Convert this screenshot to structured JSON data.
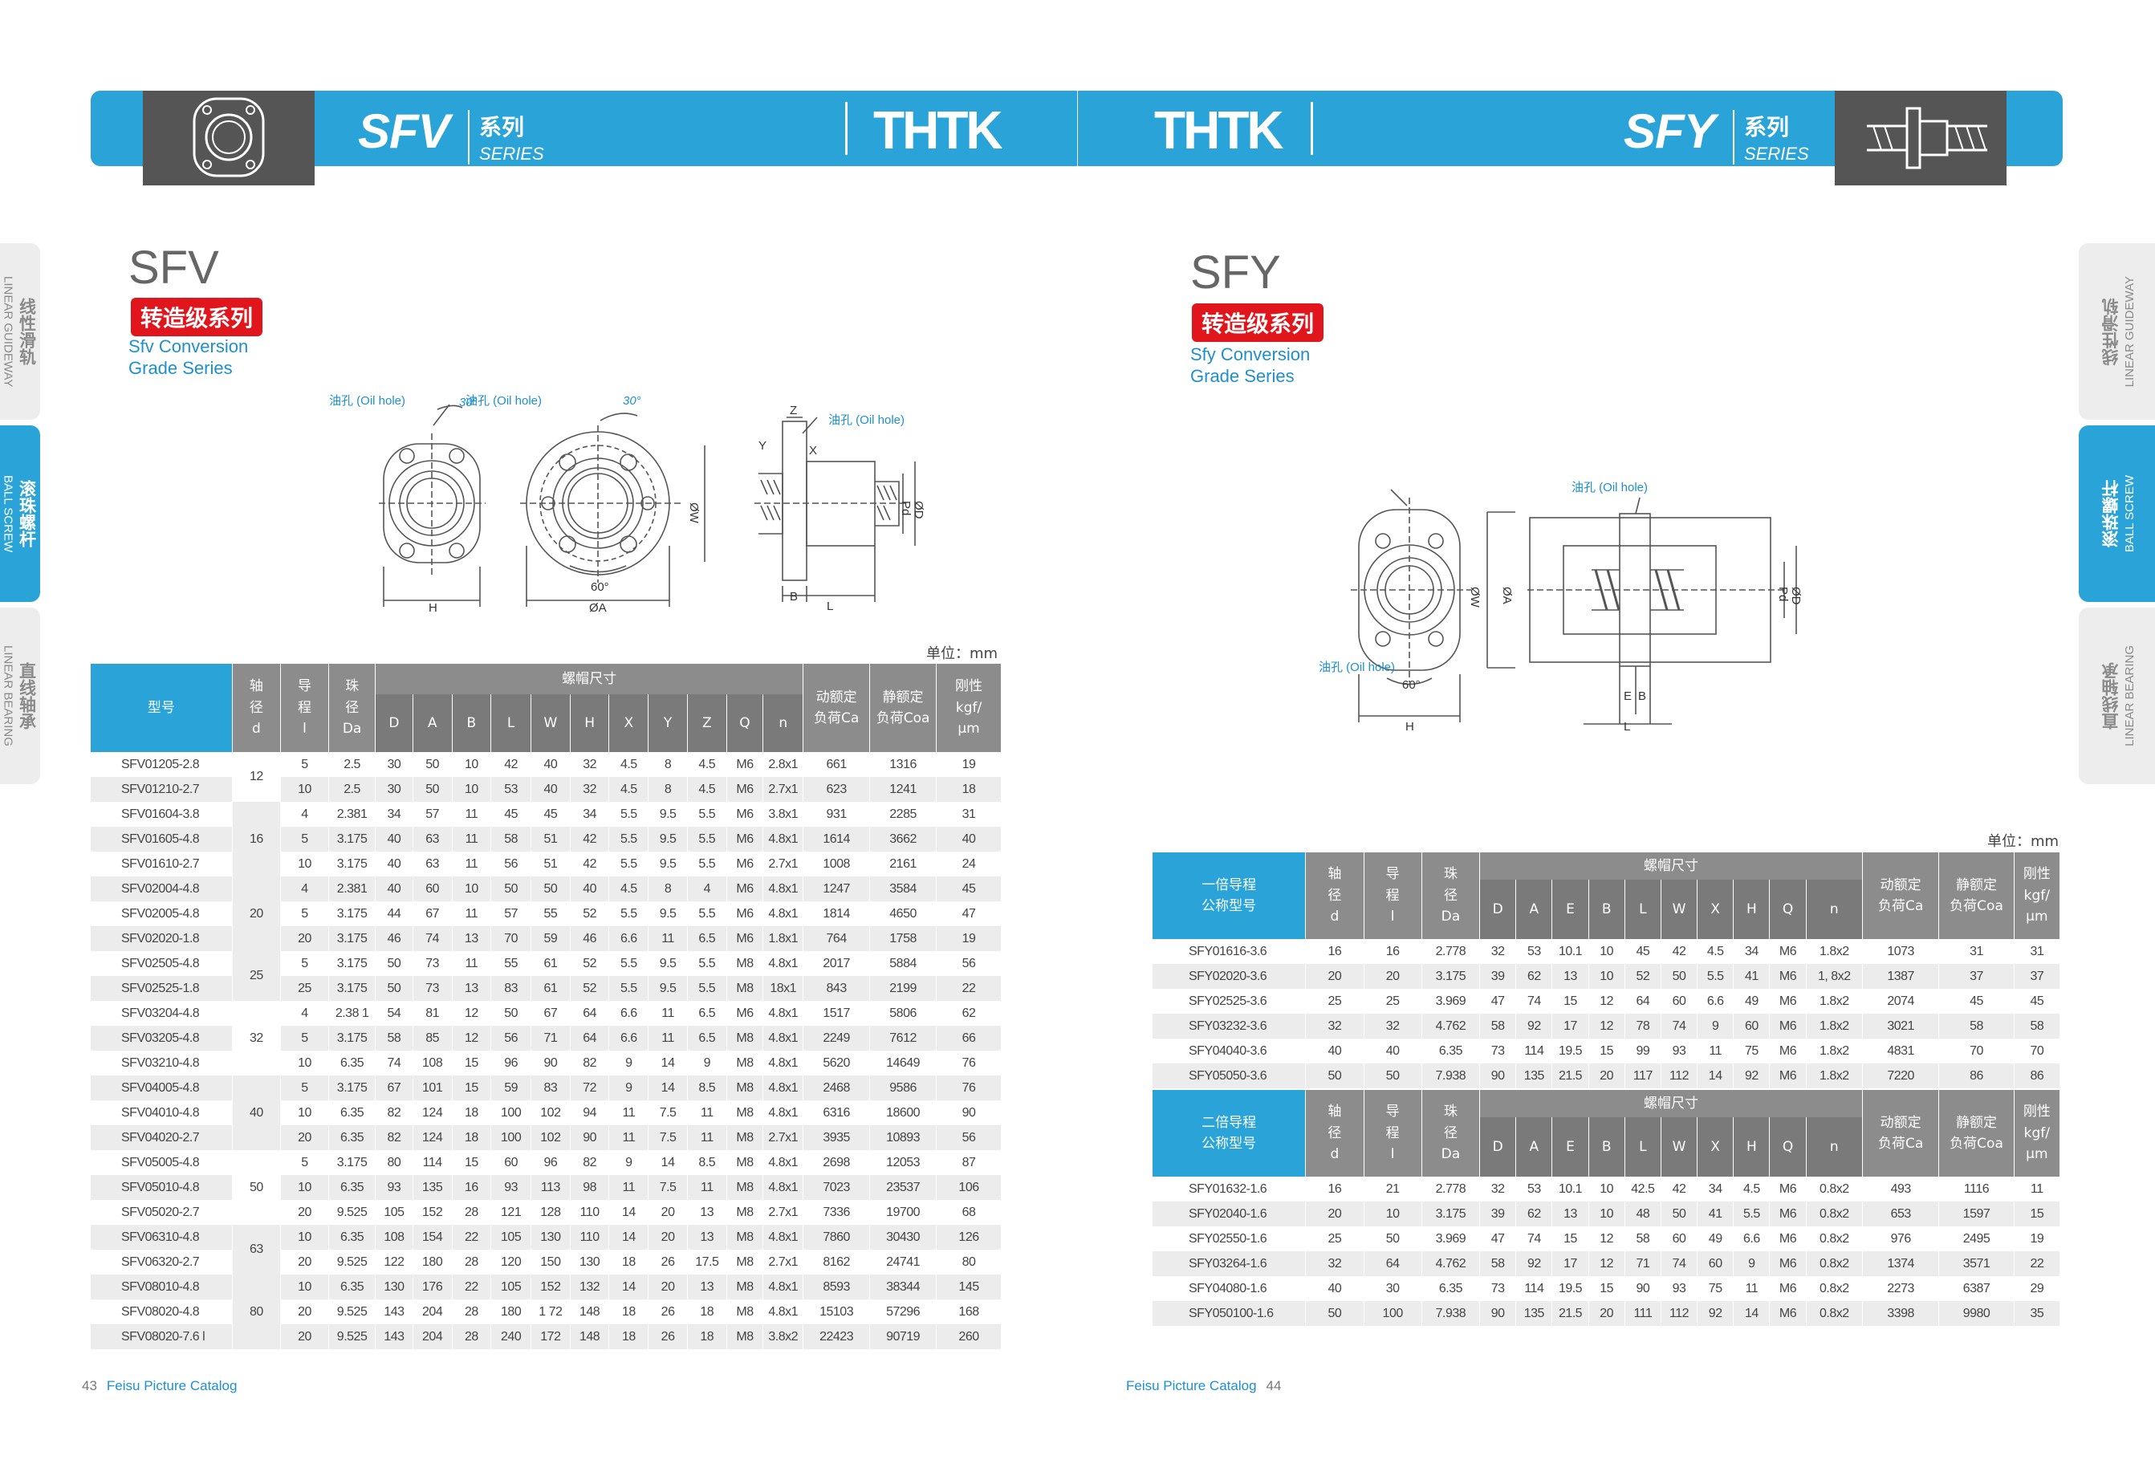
{
  "left": {
    "band": {
      "model": "SFV",
      "series_cn": "系列",
      "series_en": "SERIES",
      "logo": "THTK"
    },
    "tabs": [
      {
        "cn": "线性滑轨",
        "en": "LINEAR GUIDEWAY"
      },
      {
        "cn": "滚珠螺杆",
        "en": "BALL SCREW"
      },
      {
        "cn": "直线轴承",
        "en": "LINEAR BEARING"
      }
    ],
    "title": "SFV",
    "tag": "转造级系列",
    "subtitle1": "Sfv Conversion",
    "subtitle2": "Grade Series",
    "drawing": {
      "oil1": "油孔 (Oil hole)",
      "oil2": "油孔 (Oil hole)",
      "oil3": "油孔 (Oil hole)",
      "ang1": "30°",
      "ang2": "30°",
      "ang3": "60°",
      "H": "H",
      "A": "ØA",
      "W": "ØW",
      "Z": "Z",
      "Y": "Y",
      "X": "X",
      "Dd": "ØD",
      "Pd": "Pd",
      "B": "B",
      "L": "L"
    },
    "unit": "单位：mm",
    "table": {
      "h_model": "型号",
      "h_d": [
        "轴",
        "径",
        "d"
      ],
      "h_l": [
        "导",
        "程",
        "l"
      ],
      "h_da": [
        "珠",
        "径",
        "Da"
      ],
      "h_nut": "螺帽尺寸",
      "h_cols": [
        "D",
        "A",
        "B",
        "L",
        "W",
        "H",
        "X",
        "Y",
        "Z",
        "Q",
        "n"
      ],
      "h_ca": [
        "动额定",
        "负荷Ca"
      ],
      "h_coa": [
        "静额定",
        "负荷Coa"
      ],
      "h_k": [
        "刚性",
        "kgf/",
        "μm"
      ],
      "groups": [
        {
          "d": "12",
          "rows": [
            [
              "SFV01205-2.8",
              "5",
              "2.5",
              "30",
              "50",
              "10",
              "42",
              "40",
              "32",
              "4.5",
              "8",
              "4.5",
              "M6",
              "2.8x1",
              "661",
              "1316",
              "19"
            ],
            [
              "SFV01210-2.7",
              "10",
              "2.5",
              "30",
              "50",
              "10",
              "53",
              "40",
              "32",
              "4.5",
              "8",
              "4.5",
              "M6",
              "2.7x1",
              "623",
              "1241",
              "18"
            ]
          ]
        },
        {
          "d": "16",
          "rows": [
            [
              "SFV01604-3.8",
              "4",
              "2.381",
              "34",
              "57",
              "11",
              "45",
              "45",
              "34",
              "5.5",
              "9.5",
              "5.5",
              "M6",
              "3.8x1",
              "931",
              "2285",
              "31"
            ],
            [
              "SFV01605-4.8",
              "5",
              "3.175",
              "40",
              "63",
              "11",
              "58",
              "51",
              "42",
              "5.5",
              "9.5",
              "5.5",
              "M6",
              "4.8x1",
              "1614",
              "3662",
              "40"
            ],
            [
              "SFV01610-2.7",
              "10",
              "3.175",
              "40",
              "63",
              "11",
              "56",
              "51",
              "42",
              "5.5",
              "9.5",
              "5.5",
              "M6",
              "2.7x1",
              "1008",
              "2161",
              "24"
            ]
          ]
        },
        {
          "d": "20",
          "rows": [
            [
              "SFV02004-4.8",
              "4",
              "2.381",
              "40",
              "60",
              "10",
              "50",
              "50",
              "40",
              "4.5",
              "8",
              "4",
              "M6",
              "4.8x1",
              "1247",
              "3584",
              "45"
            ],
            [
              "SFV02005-4.8",
              "5",
              "3.175",
              "44",
              "67",
              "11",
              "57",
              "55",
              "52",
              "5.5",
              "9.5",
              "5.5",
              "M6",
              "4.8x1",
              "1814",
              "4650",
              "47"
            ],
            [
              "SFV02020-1.8",
              "20",
              "3.175",
              "46",
              "74",
              "13",
              "70",
              "59",
              "46",
              "6.6",
              "11",
              "6.5",
              "M6",
              "1.8x1",
              "764",
              "1758",
              "19"
            ]
          ]
        },
        {
          "d": "25",
          "rows": [
            [
              "SFV02505-4.8",
              "5",
              "3.175",
              "50",
              "73",
              "11",
              "55",
              "61",
              "52",
              "5.5",
              "9.5",
              "5.5",
              "M8",
              "4.8x1",
              "2017",
              "5884",
              "56"
            ],
            [
              "SFV02525-1.8",
              "25",
              "3.175",
              "50",
              "73",
              "13",
              "83",
              "61",
              "52",
              "5.5",
              "9.5",
              "5.5",
              "M8",
              "18x1",
              "843",
              "2199",
              "22"
            ]
          ]
        },
        {
          "d": "32",
          "rows": [
            [
              "SFV03204-4.8",
              "4",
              "2.38 1",
              "54",
              "81",
              "12",
              "50",
              "67",
              "64",
              "6.6",
              "11",
              "6.5",
              "M6",
              "4.8x1",
              "1517",
              "5806",
              "62"
            ],
            [
              "SFV03205-4.8",
              "5",
              "3.175",
              "58",
              "85",
              "12",
              "56",
              "71",
              "64",
              "6.6",
              "11",
              "6.5",
              "M8",
              "4.8x1",
              "2249",
              "7612",
              "66"
            ],
            [
              "SFV03210-4.8",
              "10",
              "6.35",
              "74",
              "108",
              "15",
              "96",
              "90",
              "82",
              "9",
              "14",
              "9",
              "M8",
              "4.8x1",
              "5620",
              "14649",
              "76"
            ]
          ]
        },
        {
          "d": "40",
          "rows": [
            [
              "SFV04005-4.8",
              "5",
              "3.175",
              "67",
              "101",
              "15",
              "59",
              "83",
              "72",
              "9",
              "14",
              "8.5",
              "M8",
              "4.8x1",
              "2468",
              "9586",
              "76"
            ],
            [
              "SFV04010-4.8",
              "10",
              "6.35",
              "82",
              "124",
              "18",
              "100",
              "102",
              "94",
              "11",
              "7.5",
              "11",
              "M8",
              "4.8x1",
              "6316",
              "18600",
              "90"
            ],
            [
              "SFV04020-2.7",
              "20",
              "6.35",
              "82",
              "124",
              "18",
              "100",
              "102",
              "90",
              "11",
              "7.5",
              "11",
              "M8",
              "2.7x1",
              "3935",
              "10893",
              "56"
            ]
          ]
        },
        {
          "d": "50",
          "rows": [
            [
              "SFV05005-4.8",
              "5",
              "3.175",
              "80",
              "114",
              "15",
              "60",
              "96",
              "82",
              "9",
              "14",
              "8.5",
              "M8",
              "4.8x1",
              "2698",
              "12053",
              "87"
            ],
            [
              "SFV05010-4.8",
              "10",
              "6.35",
              "93",
              "135",
              "16",
              "93",
              "113",
              "98",
              "11",
              "7.5",
              "11",
              "M8",
              "4.8x1",
              "7023",
              "23537",
              "106"
            ],
            [
              "SFV05020-2.7",
              "20",
              "9.525",
              "105",
              "152",
              "28",
              "121",
              "128",
              "110",
              "14",
              "20",
              "13",
              "M8",
              "2.7x1",
              "7336",
              "19700",
              "68"
            ]
          ]
        },
        {
          "d": "63",
          "rows": [
            [
              "SFV06310-4.8",
              "10",
              "6.35",
              "108",
              "154",
              "22",
              "105",
              "130",
              "110",
              "14",
              "20",
              "13",
              "M8",
              "4.8x1",
              "7860",
              "30430",
              "126"
            ],
            [
              "SFV06320-2.7",
              "20",
              "9.525",
              "122",
              "180",
              "28",
              "120",
              "150",
              "130",
              "18",
              "26",
              "17.5",
              "M8",
              "2.7x1",
              "8162",
              "24741",
              "80"
            ]
          ]
        },
        {
          "d": "80",
          "rows": [
            [
              "SFV08010-4.8",
              "10",
              "6.35",
              "130",
              "176",
              "22",
              "105",
              "152",
              "132",
              "14",
              "20",
              "13",
              "M8",
              "4.8x1",
              "8593",
              "38344",
              "145"
            ],
            [
              "SFV08020-4.8",
              "20",
              "9.525",
              "143",
              "204",
              "28",
              "180",
              "1 72",
              "148",
              "18",
              "26",
              "18",
              "M8",
              "4.8x1",
              "15103",
              "57296",
              "168"
            ],
            [
              "SFV08020-7.6 l",
              "20",
              "9.525",
              "143",
              "204",
              "28",
              "240",
              "172",
              "148",
              "18",
              "26",
              "18",
              "M8",
              "3.8x2",
              "22423",
              "90719",
              "260"
            ]
          ]
        }
      ]
    },
    "footer": {
      "page": "43",
      "label": "Feisu Picture Catalog"
    }
  },
  "right": {
    "band": {
      "model": "SFY",
      "series_cn": "系列",
      "series_en": "SERIES",
      "logo": "THTK"
    },
    "tabs": [
      {
        "cn": "线性滑轨",
        "en": "LINEAR GUIDEWAY"
      },
      {
        "cn": "滚珠螺杆",
        "en": "BALL SCREW"
      },
      {
        "cn": "直线轴承",
        "en": "LINEAR BEARING"
      }
    ],
    "title": "SFY",
    "tag": "转造级系列",
    "subtitle1": "Sfy Conversion",
    "subtitle2": "Grade Series",
    "drawing": {
      "oil1": "油孔 (Oil hole)",
      "oil2": "油孔 (Oil hole)",
      "ang": "60°",
      "H": "H",
      "W": "ØW",
      "A": "ØA",
      "Pd": "Pd",
      "Dd": "ØD",
      "E": "E",
      "B": "B",
      "L": "L"
    },
    "unit": "单位：mm",
    "table1": {
      "h_model": [
        "一倍导程",
        "公称型号"
      ],
      "h_d": [
        "轴",
        "径",
        "d"
      ],
      "h_l": [
        "导",
        "程",
        "l"
      ],
      "h_da": [
        "珠",
        "径",
        "Da"
      ],
      "h_nut": "螺帽尺寸",
      "h_cols": [
        "D",
        "A",
        "E",
        "B",
        "L",
        "W",
        "X",
        "H",
        "Q",
        "n"
      ],
      "h_ca": [
        "动额定",
        "负荷Ca"
      ],
      "h_coa": [
        "静额定",
        "负荷Coa"
      ],
      "h_k": [
        "刚性",
        "kgf/",
        "μm"
      ],
      "rows": [
        [
          "SFY01616-3.6",
          "16",
          "16",
          "2.778",
          "32",
          "53",
          "10.1",
          "10",
          "45",
          "42",
          "4.5",
          "34",
          "M6",
          "1.8x2",
          "1073",
          "31",
          "31"
        ],
        [
          "SFY02020-3.6",
          "20",
          "20",
          "3.175",
          "39",
          "62",
          "13",
          "10",
          "52",
          "50",
          "5.5",
          "41",
          "M6",
          "1, 8x2",
          "1387",
          "37",
          "37"
        ],
        [
          "SFY02525-3.6",
          "25",
          "25",
          "3.969",
          "47",
          "74",
          "15",
          "12",
          "64",
          "60",
          "6.6",
          "49",
          "M6",
          "1.8x2",
          "2074",
          "45",
          "45"
        ],
        [
          "SFY03232-3.6",
          "32",
          "32",
          "4.762",
          "58",
          "92",
          "17",
          "12",
          "78",
          "74",
          "9",
          "60",
          "M6",
          "1.8x2",
          "3021",
          "58",
          "58"
        ],
        [
          "SFY04040-3.6",
          "40",
          "40",
          "6.35",
          "73",
          "114",
          "19.5",
          "15",
          "99",
          "93",
          "11",
          "75",
          "M6",
          "1.8x2",
          "4831",
          "70",
          "70"
        ],
        [
          "SFY05050-3.6",
          "50",
          "50",
          "7.938",
          "90",
          "135",
          "21.5",
          "20",
          "117",
          "112",
          "14",
          "92",
          "M6",
          "1.8x2",
          "7220",
          "86",
          "86"
        ]
      ]
    },
    "table2": {
      "h_model": [
        "二倍导程",
        "公称型号"
      ],
      "h_d": [
        "轴",
        "径",
        "d"
      ],
      "h_l": [
        "导",
        "程",
        "l"
      ],
      "h_da": [
        "珠",
        "径",
        "Da"
      ],
      "h_nut": "螺帽尺寸",
      "h_cols": [
        "D",
        "A",
        "E",
        "B",
        "L",
        "W",
        "X",
        "H",
        "Q",
        "n"
      ],
      "h_ca": [
        "动额定",
        "负荷Ca"
      ],
      "h_coa": [
        "静额定",
        "负荷Coa"
      ],
      "h_k": [
        "刚性",
        "kgf/",
        "μm"
      ],
      "rows": [
        [
          "SFY01632-1.6",
          "16",
          "21",
          "2.778",
          "32",
          "53",
          "10.1",
          "10",
          "42.5",
          "42",
          "34",
          "4.5",
          "M6",
          "0.8x2",
          "493",
          "1116",
          "11"
        ],
        [
          "SFY02040-1.6",
          "20",
          "10",
          "3.175",
          "39",
          "62",
          "13",
          "10",
          "48",
          "50",
          "41",
          "5.5",
          "M6",
          "0.8x2",
          "653",
          "1597",
          "15"
        ],
        [
          "SFY02550-1.6",
          "25",
          "50",
          "3.969",
          "47",
          "74",
          "15",
          "12",
          "58",
          "60",
          "49",
          "6.6",
          "M6",
          "0.8x2",
          "976",
          "2495",
          "19"
        ],
        [
          "SFY03264-1.6",
          "32",
          "64",
          "4.762",
          "58",
          "92",
          "17",
          "12",
          "71",
          "74",
          "60",
          "9",
          "M6",
          "0.8x2",
          "1374",
          "3571",
          "22"
        ],
        [
          "SFY04080-1.6",
          "40",
          "30",
          "6.35",
          "73",
          "114",
          "19.5",
          "15",
          "90",
          "93",
          "75",
          "11",
          "M6",
          "0.8x2",
          "2273",
          "6387",
          "29"
        ],
        [
          "SFY050100-1.6",
          "50",
          "100",
          "7.938",
          "90",
          "135",
          "21.5",
          "20",
          "111",
          "112",
          "92",
          "14",
          "M6",
          "0.8x2",
          "3398",
          "9980",
          "35"
        ]
      ]
    },
    "footer": {
      "page": "44",
      "label": "Feisu Picture Catalog"
    }
  }
}
